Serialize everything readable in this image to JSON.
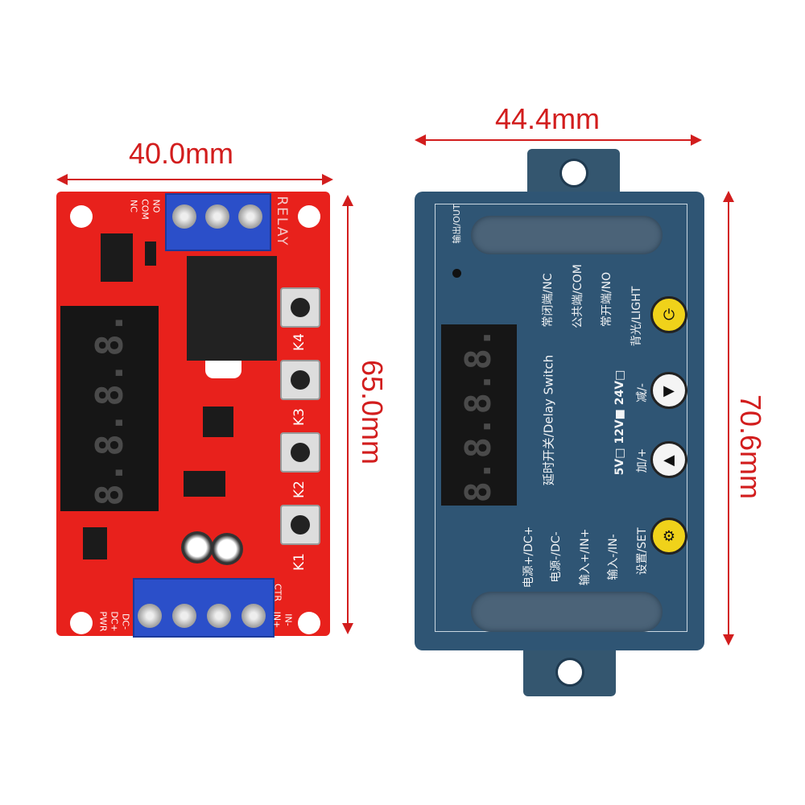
{
  "dimensions": {
    "pcb_width": "40.0mm",
    "pcb_height": "65.0mm",
    "module_width": "44.4mm",
    "module_height": "70.6mm",
    "color": "#d21d1d"
  },
  "pcb": {
    "color": "#e8211c",
    "relay_label": "RELAY",
    "relay_terminals": [
      "NC",
      "COM",
      "NO"
    ],
    "power_label": "PWR",
    "power_terminals": [
      "DC+",
      "DC-"
    ],
    "ctr_label": "CTR",
    "ctr_terminals": [
      "IN+",
      "IN-"
    ],
    "buttons": [
      "K4",
      "K3",
      "K2",
      "K1"
    ],
    "display_digits": [
      "8.",
      "8.",
      "8.",
      "8."
    ]
  },
  "module": {
    "color": "#2f5574",
    "out_label": "输出/OUT",
    "title": "延时开关/Delay Switch",
    "relay_labels": [
      "常闭端/NC",
      "公共端/COM",
      "常开端/NO"
    ],
    "power_labels": [
      "电源+/DC+",
      "电源-/DC-",
      "输入+/IN+",
      "输入-/IN-"
    ],
    "voltage_options": "5V□  12V■  24V□",
    "buttons": {
      "light": "背光/LIGHT",
      "down": "减/-",
      "up": "加/+",
      "set": "设置/SET"
    },
    "display_digits": [
      "8.",
      "8.",
      "8.",
      "8."
    ]
  }
}
